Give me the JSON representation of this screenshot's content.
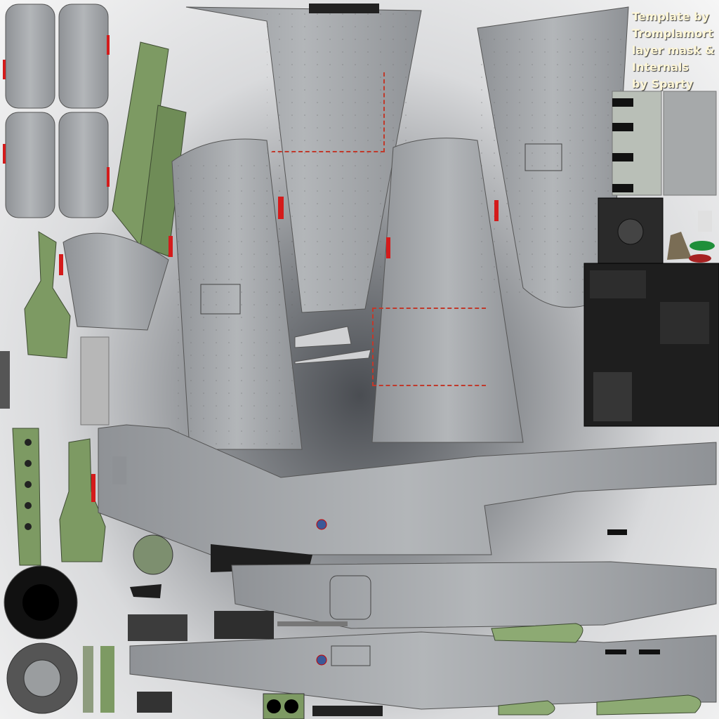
{
  "credit": {
    "lines": [
      "Template by",
      "Tromplamort",
      "layer mask &",
      "Internals",
      "by Sparty"
    ]
  },
  "colors": {
    "metal": "#9a9da0",
    "green": "#7d9a63",
    "red": "#d41b1b",
    "dark": "#1c1c1c"
  }
}
